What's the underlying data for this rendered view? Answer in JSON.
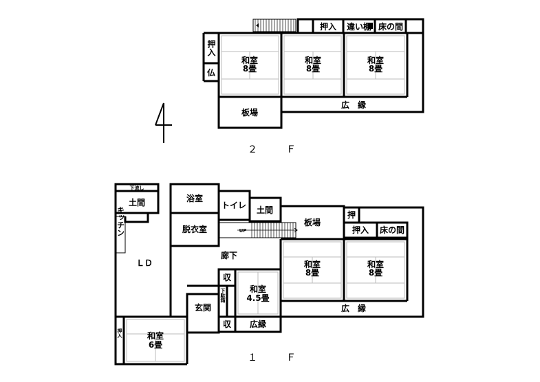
{
  "floor2": {
    "label": "２　Ｆ",
    "rooms": {
      "oshiire_a": "押入",
      "chigaidana": "違い棚",
      "tokonoma": "床の間",
      "oshiire_left": "押入",
      "butsudan": "仏",
      "washitsu1": "和室",
      "washitsu1_size": "8畳",
      "washitsu2": "和室",
      "washitsu2_size": "8畳",
      "washitsu3": "和室",
      "washitsu3_size": "8畳",
      "itaba": "板場",
      "hiroen": "広　縁"
    }
  },
  "floor1": {
    "label": "１　Ｆ",
    "rooms": {
      "shitanagashi": "下流し",
      "doma1": "土間",
      "kitchen": "キッチン",
      "ld": "ＬＤ",
      "yokushitsu": "浴室",
      "datsuishitsu": "脱衣室",
      "toilet": "トイレ",
      "doma2": "土間",
      "itaba": "板場",
      "oshi": "押",
      "oshiire": "押入",
      "tokonoma": "床の間",
      "up": "UP",
      "rouka": "廊下",
      "washitsu_a": "和室",
      "washitsu_a_size": "8畳",
      "washitsu_b": "和室",
      "washitsu_b_size": "8畳",
      "shu1": "収",
      "washitsu_c": "和室",
      "washitsu_c_size": "4.5畳",
      "getabako": "下駄箱",
      "genkan": "玄関",
      "shu2": "収",
      "hiroen_small": "広縁",
      "hiroen": "広　縁",
      "washitsu_d": "和室",
      "washitsu_d_size": "6畳",
      "kakebako": "押入"
    }
  }
}
